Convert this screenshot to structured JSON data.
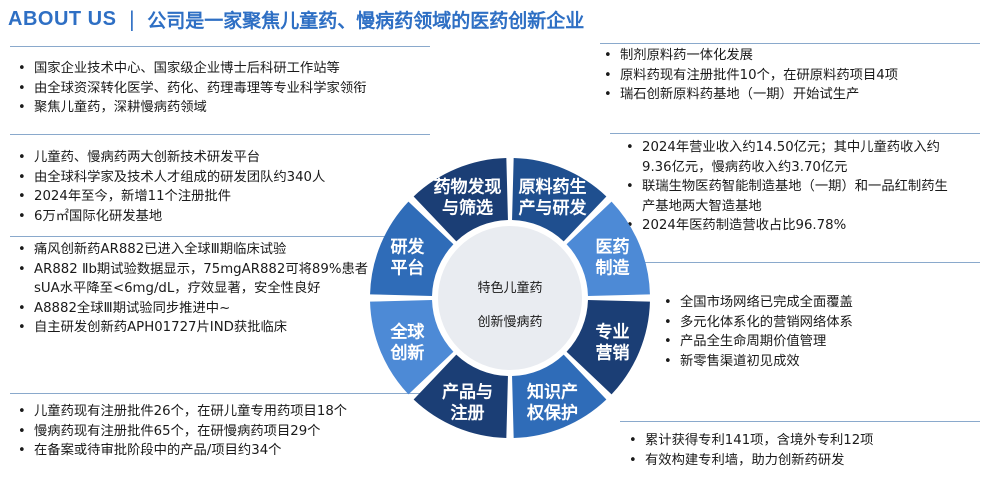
{
  "header": {
    "title_en": "ABOUT US",
    "separator": "|",
    "title_cn": "公司是一家聚焦儿童药、慢病药领域的医药创新企业"
  },
  "left_blocks": [
    {
      "id": "drug_discovery",
      "items": [
        "国家企业技术中心、国家级企业博士后科研工作站等",
        "由全球资深转化医学、药化、药理毒理等专业科学家领衔",
        "聚焦儿童药，深耕慢病药领域"
      ]
    },
    {
      "id": "rd_platform",
      "items": [
        "儿童药、慢病药两大创新技术研发平台",
        "由全球科学家及技术人才组成的研发团队约340人",
        "2024年至今，新增11个注册批件",
        "6万㎡国际化研发基地"
      ]
    },
    {
      "id": "global_innovation",
      "items": [
        "痛风创新药AR882已进入全球Ⅲ期临床试验",
        "AR882 Ⅱb期试验数据显示，75mgAR882可将89%患者sUA水平降至<6mg/dL，疗效显著，安全性良好",
        "A8882全球Ⅲ期试验同步推进中~",
        "自主研发创新药APH01727片IND获批临床"
      ]
    },
    {
      "id": "products",
      "items": [
        "儿童药现有注册批件26个，在研儿童专用药项目18个",
        "慢病药现有注册批件65个，在研慢病药项目29个",
        "在备案或待审批阶段中的产品/项目约34个"
      ]
    }
  ],
  "right_blocks": [
    {
      "id": "api",
      "items": [
        "制剂原料药一体化发展",
        "原料药现有注册批件10个，在研原料药项目4项",
        "瑞石创新原料药基地（一期）开始试生产"
      ]
    },
    {
      "id": "manufacturing",
      "items": [
        "2024年营业收入约14.50亿元；其中儿童药收入约9.36亿元，慢病药收入约3.70亿元",
        "联瑞生物医药智能制造基地（一期）和一品红制药生产基地两大智造基地",
        "2024年医药制造营收占比96.78%"
      ]
    },
    {
      "id": "marketing",
      "items": [
        "全国市场网络已完成全面覆盖",
        "多元化体系化的营销网络体系",
        "产品全生命周期价值管理",
        "新零售渠道初见成效"
      ]
    },
    {
      "id": "ip",
      "items": [
        "累计获得专利141项，含境外专利12项",
        "有效构建专利墙，助力创新药研发"
      ]
    }
  ],
  "wheel": {
    "center_line1": "特色儿童药",
    "center_line2": "创新慢病药",
    "segments": [
      {
        "name": "seg-api",
        "line1": "原料药生",
        "line2": "产与研发",
        "color": "#1f4f8f"
      },
      {
        "name": "seg-manufacturing",
        "line1": "医药",
        "line2": "制造",
        "color": "#4d8ad6"
      },
      {
        "name": "seg-marketing",
        "line1": "专业",
        "line2": "营销",
        "color": "#1b3e75"
      },
      {
        "name": "seg-ip",
        "line1": "知识产",
        "line2": "权保护",
        "color": "#2f6cb8"
      },
      {
        "name": "seg-products",
        "line1": "产品与",
        "line2": "注册",
        "color": "#1b3e75"
      },
      {
        "name": "seg-global",
        "line1": "全球",
        "line2": "创新",
        "color": "#4d8ad6"
      },
      {
        "name": "seg-rd",
        "line1": "研发",
        "line2": "平台",
        "color": "#2f6cb8"
      },
      {
        "name": "seg-discovery",
        "line1": "药物发现",
        "line2": "与筛选",
        "color": "#1b3e75"
      }
    ]
  }
}
